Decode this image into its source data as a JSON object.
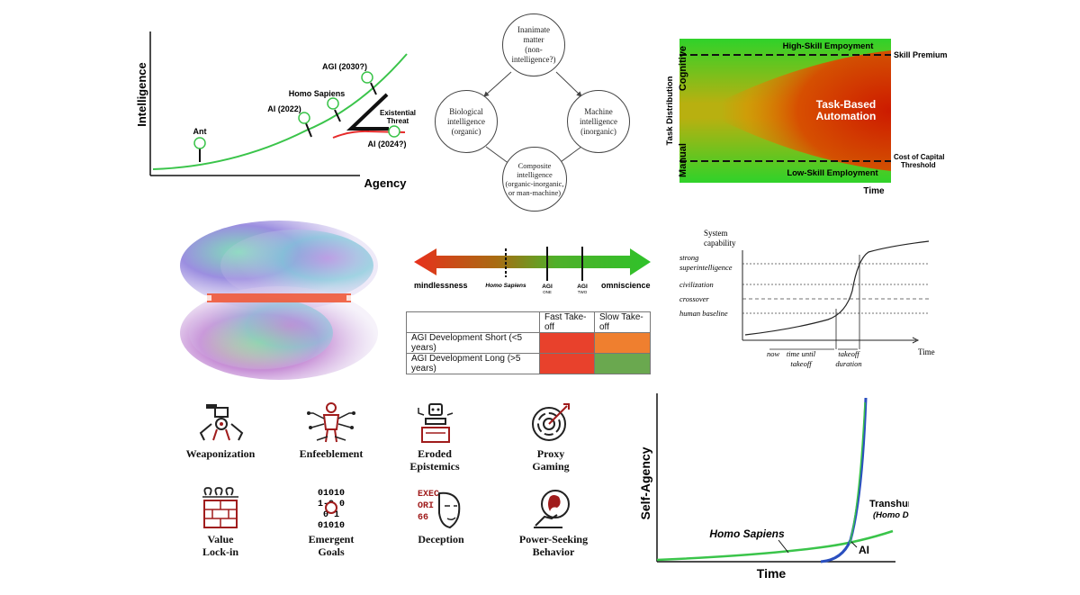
{
  "panel1": {
    "y_label": "Intelligence",
    "x_label": "Agency",
    "points": {
      "ant": "Ant",
      "ai2022": "AI (2022)",
      "homo": "Homo Sapiens",
      "agi2030": "AGI (2030?)",
      "ai2024": "AI (2024?)",
      "threat_line1": "Existential",
      "threat_line2": "Threat"
    }
  },
  "panel2": {
    "nodes": {
      "top": [
        "Inanimate",
        "matter",
        "(non-intelligence?)"
      ],
      "left": [
        "Biological",
        "intelligence",
        "(organic)"
      ],
      "right": [
        "Machine",
        "intelligence",
        "(inorganic)"
      ],
      "bottom": [
        "Composite",
        "intelligence",
        "(organic-inorganic,",
        "or man-machine)"
      ]
    }
  },
  "panel3": {
    "y_label": "Task Distribution",
    "y_top": "Cognitive",
    "y_bottom": "Manual",
    "top_band": "High-Skill Empoyment",
    "bottom_band": "Low-Skill Employment",
    "center_line1": "Task-Based",
    "center_line2": "Automation",
    "upper_line": "Skill Premium",
    "lower_line1": "Cost of Capital",
    "lower_line2": "Threshold",
    "x_label": "Time"
  },
  "panel5": {
    "left": "mindlessness",
    "right": "omniscience",
    "homo": "Homo Sapiens",
    "agi1": "AGI",
    "agi1_sub": "ONE",
    "agi2": "AGI",
    "agi2_sub": "TWO",
    "table": {
      "headers": [
        "",
        "Fast Take-off",
        "Slow Take-off"
      ],
      "rows": [
        {
          "label": "AGI Development Short (<5 years)",
          "fast_color": "#e8412c",
          "slow_color": "#ef7f2f"
        },
        {
          "label": "AGI Development Long (>5 years)",
          "fast_color": "#e8412c",
          "slow_color": "#6aa84f"
        }
      ]
    }
  },
  "panel6": {
    "y_label1": "System",
    "y_label2": "capability",
    "levels": [
      "strong",
      "superintelligence",
      "civilization",
      "crossover",
      "human baseline"
    ],
    "x_label": "Time",
    "now": "now",
    "until1": "time until",
    "until2": "takeoff",
    "dur1": "takeoff",
    "dur2": "duration"
  },
  "risks": [
    {
      "lines": [
        "Weaponization"
      ]
    },
    {
      "lines": [
        "Enfeeblement"
      ]
    },
    {
      "lines": [
        "Eroded",
        "Epistemics"
      ]
    },
    {
      "lines": [
        "Proxy",
        "Gaming"
      ]
    },
    {
      "lines": [
        "Value",
        "Lock-in"
      ]
    },
    {
      "lines": [
        "Emergent",
        "Goals"
      ]
    },
    {
      "lines": [
        "Deception"
      ]
    },
    {
      "lines": [
        "Power-Seeking",
        "Behavior"
      ]
    }
  ],
  "risk_icons": {
    "code1": "01010",
    "code2": "1-0 0",
    "code3": "0 1",
    "code4": "01010",
    "exec1": "EXEC",
    "exec2": "ORI",
    "exec3": "66"
  },
  "panel8": {
    "y_label": "Self-Agency",
    "x_label": "Time",
    "homo": "Homo Sapiens",
    "trans": "Transhumans",
    "deus": "(Homo Deus)",
    "ai": "AI"
  }
}
